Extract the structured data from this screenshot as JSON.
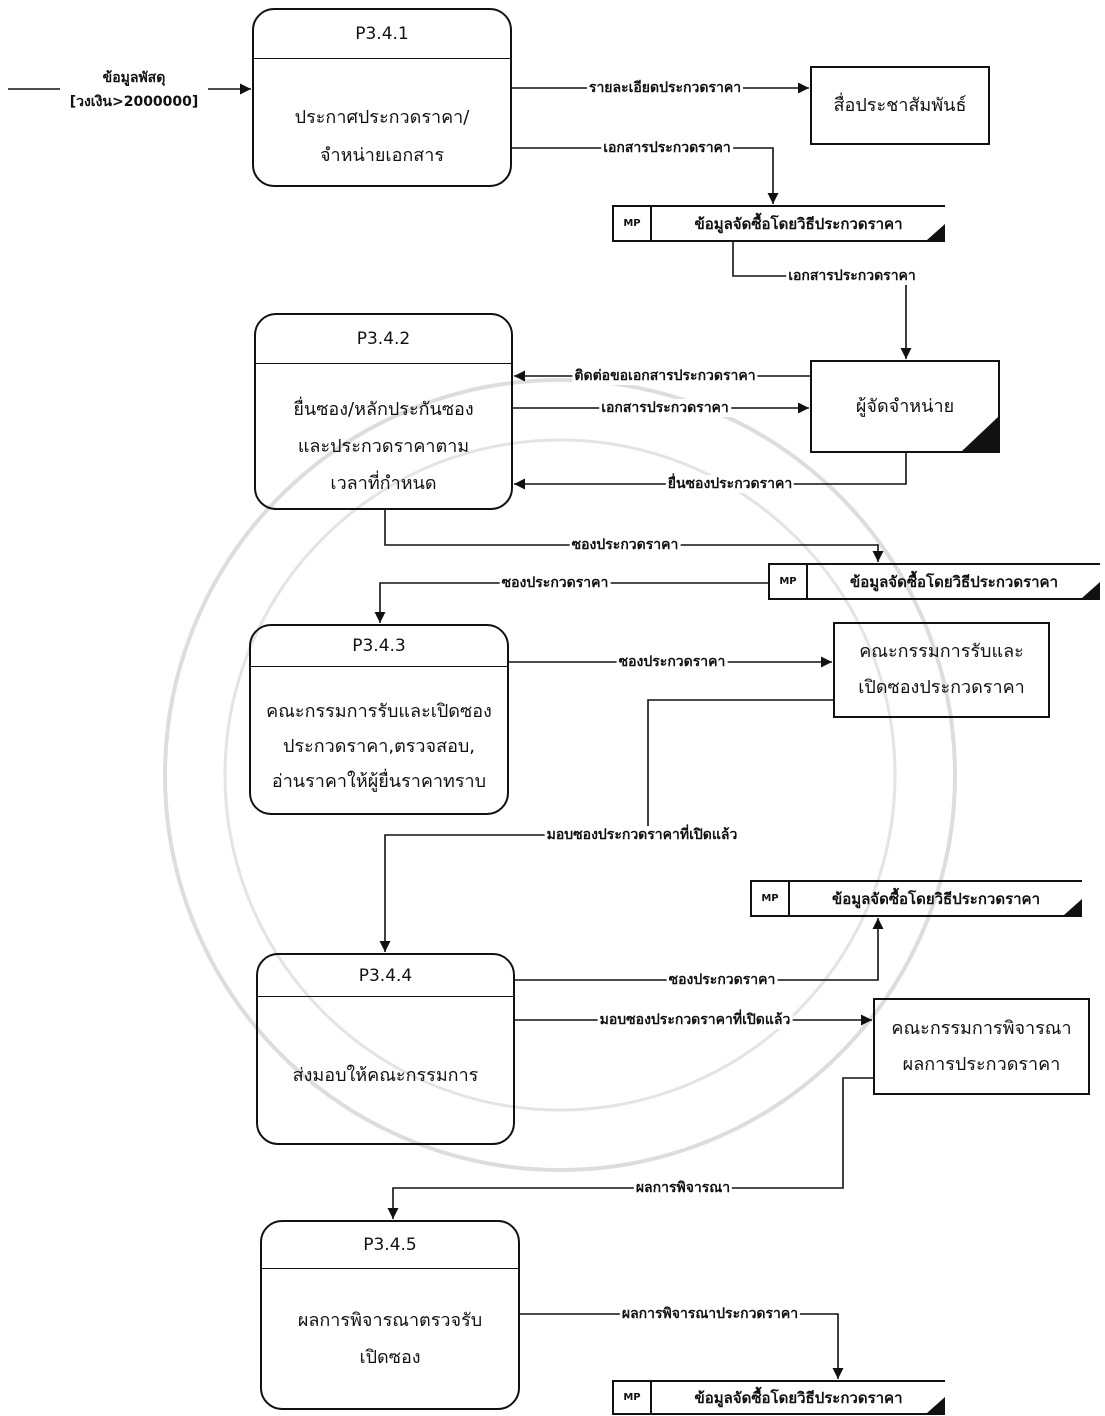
{
  "input_flow": {
    "line1": "ข้อมูลพัสดุ",
    "line2": "[วงเงิน>2000000]"
  },
  "processes": [
    {
      "id": "P3.4.1",
      "lines": [
        "ประกาศประกวดราคา/",
        "จำหน่ายเอกสาร"
      ]
    },
    {
      "id": "P3.4.2",
      "lines": [
        "ยื่นซอง/หลักประกันซอง",
        "และประกวดราคาตาม",
        "เวลาที่กำหนด"
      ]
    },
    {
      "id": "P3.4.3",
      "lines": [
        "คณะกรรมการรับและเปิดซอง",
        "ประกวดราคา,ตรวจสอบ,",
        "อ่านราคาให้ผู้ยื่นราคาทราบ"
      ]
    },
    {
      "id": "P3.4.4",
      "lines": [
        "ส่งมอบให้คณะกรรมการ"
      ]
    },
    {
      "id": "P3.4.5",
      "lines": [
        "ผลการพิจารณาตรวจรับ",
        "เปิดซอง"
      ]
    }
  ],
  "entities": [
    {
      "lines": [
        "สื่อประชาสัมพันธ์"
      ]
    },
    {
      "lines": [
        "ผู้จัดจำหน่าย"
      ]
    },
    {
      "lines": [
        "คณะกรรมการรับและ",
        "เปิดซองประกวดราคา"
      ]
    },
    {
      "lines": [
        "คณะกรรมการพิจารณา",
        "ผลการประกวดราคา"
      ]
    }
  ],
  "data_stores": [
    {
      "code": "MP",
      "name": "ข้อมูลจัดซื้อโดยวิธีประกวดราคา"
    },
    {
      "code": "MP",
      "name": "ข้อมูลจัดซื้อโดยวิธีประกวดราคา"
    },
    {
      "code": "MP",
      "name": "ข้อมูลจัดซื้อโดยวิธีประกวดราคา"
    },
    {
      "code": "MP",
      "name": "ข้อมูลจัดซื้อโดยวิธีประกวดราคา"
    }
  ],
  "flows": [
    "รายละเอียดประกวดราคา",
    "เอกสารประกวดราคา",
    "เอกสารประกวดราคา",
    "ติดต่อขอเอกสารประกวดราคา",
    "เอกสารประกวดราคา",
    "ยื่นซองประกวดราคา",
    "ซองประกวดราคา",
    "ซองประกวดราคา",
    "ซองประกวดราคา",
    "มอบซองประกวดราคาที่เปิดแล้ว",
    "ซองประกวดราคา",
    "มอบซองประกวดราคาที่เปิดแล้ว",
    "ผลการพิจารณา",
    "ผลการพิจารณาประกวดราคา"
  ]
}
